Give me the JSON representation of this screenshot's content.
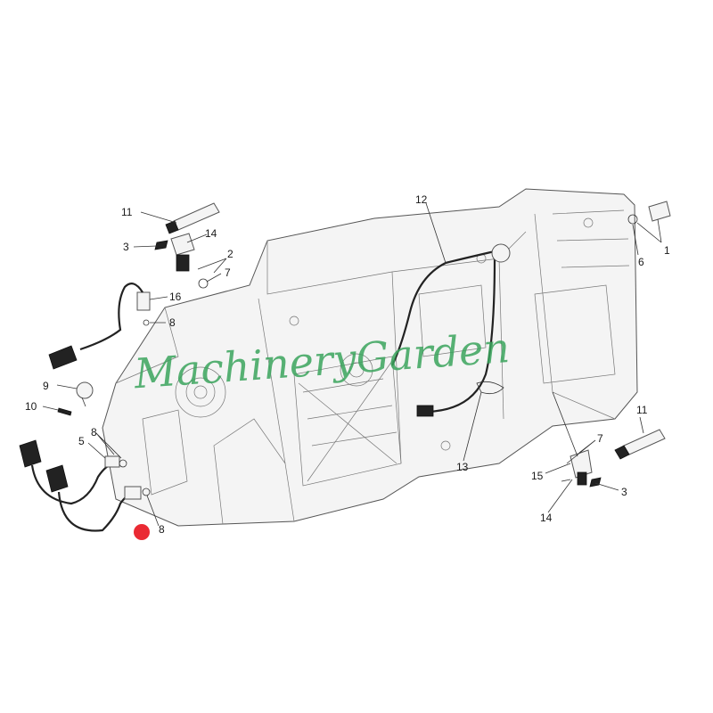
{
  "callouts": {
    "c1": "1",
    "c2": "2",
    "c3a": "3",
    "c3b": "3",
    "c5": "5",
    "c6": "6",
    "c7a": "7",
    "c7b": "7",
    "c8a": "8",
    "c8b": "8",
    "c8c": "8",
    "c9": "9",
    "c10": "10",
    "c11a": "11",
    "c11b": "11",
    "c12": "12",
    "c13": "13",
    "c14a": "14",
    "c14b": "14",
    "c15": "15",
    "c16": "16"
  },
  "watermark": "MachineryGarden",
  "colors": {
    "watermark": "#3aa35c",
    "marker": "#e8131d",
    "lines": "#333333"
  },
  "marker": {
    "kind": "red-dot"
  }
}
